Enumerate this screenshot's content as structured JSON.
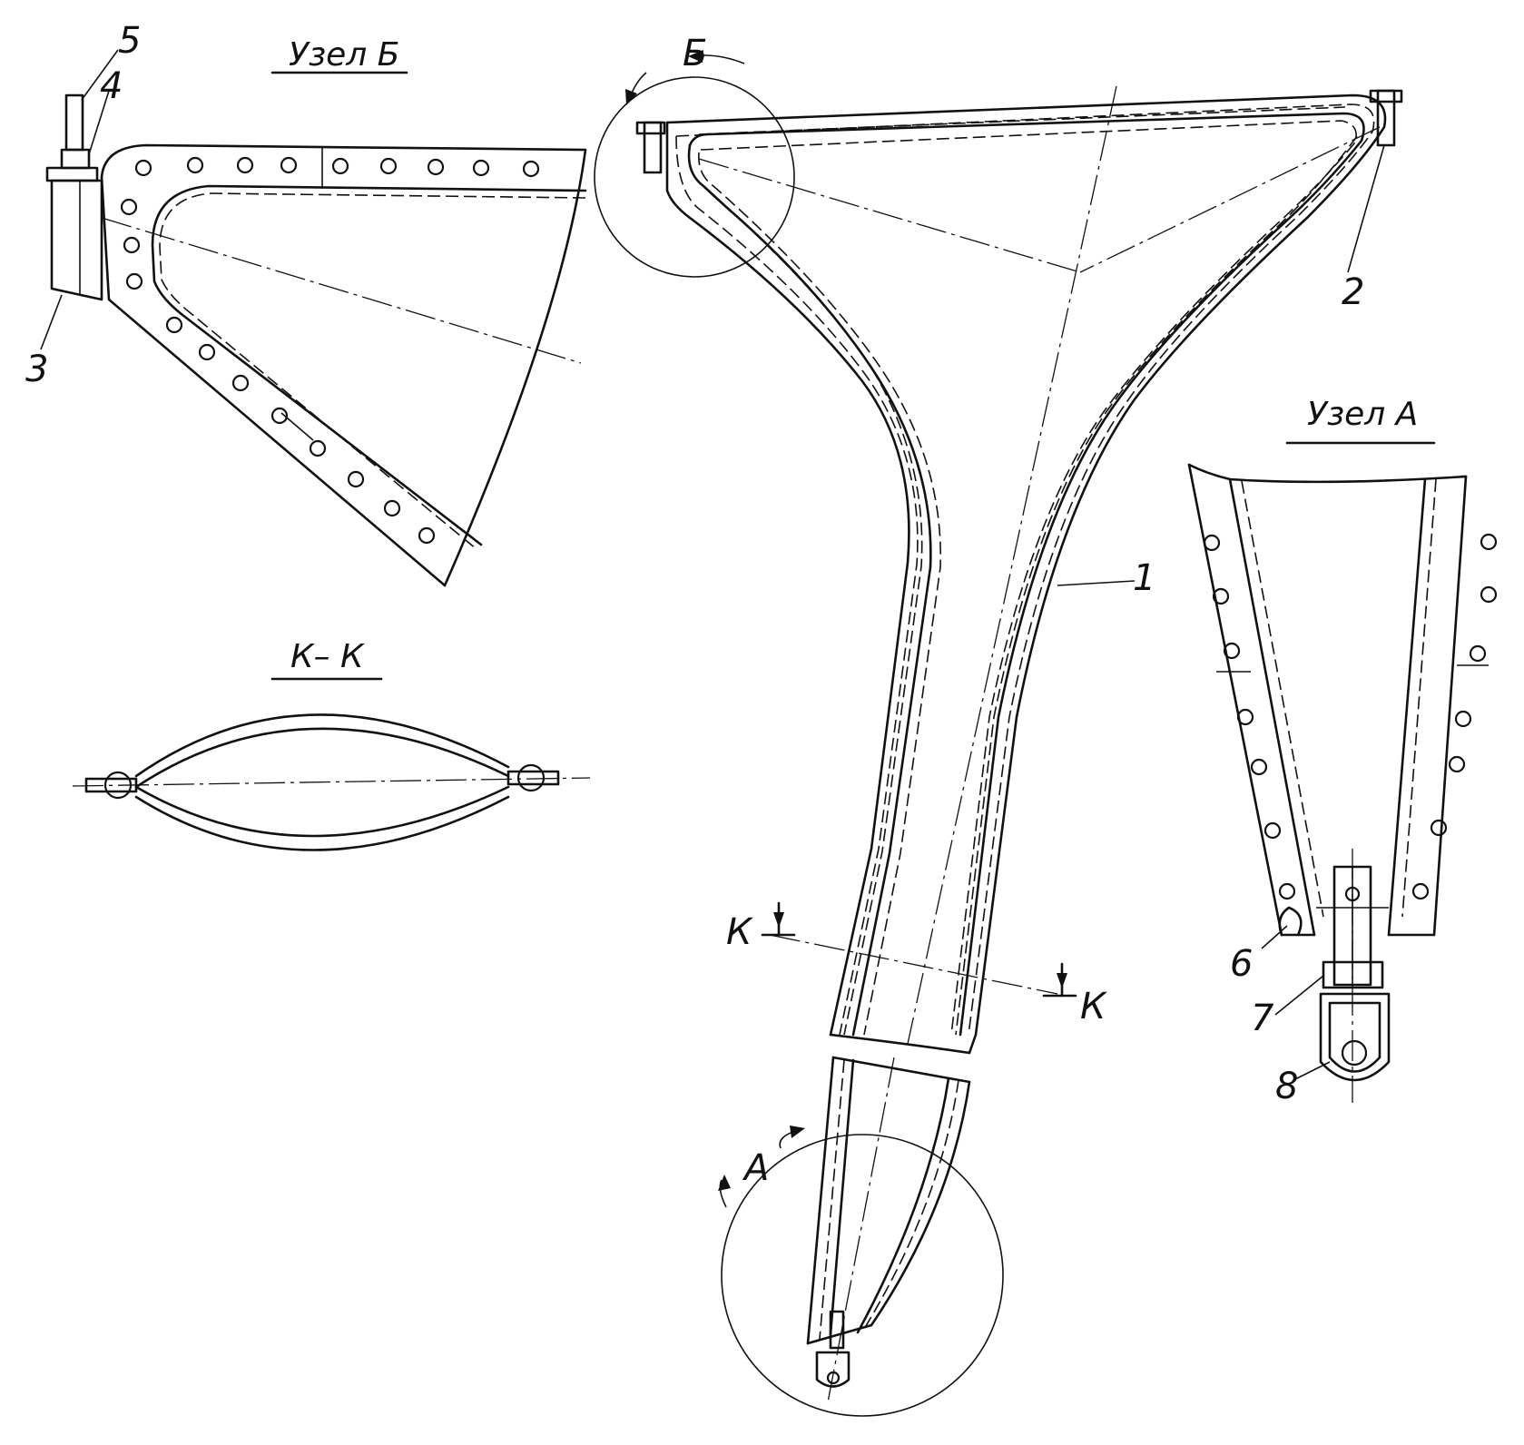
{
  "labels": {
    "node_b_title": "Узел Б",
    "node_a_title": "Узел А",
    "section_title": "К– К",
    "marker_b": "Б",
    "marker_a": "А",
    "cut_left": "К",
    "cut_right": "К",
    "part_1": "1",
    "part_2": "2",
    "part_3": "3",
    "part_4": "4",
    "part_5": "5",
    "part_6": "6",
    "part_7": "7",
    "part_8": "8"
  },
  "colors": {
    "ink": "#111111",
    "paper": "#ffffff"
  }
}
